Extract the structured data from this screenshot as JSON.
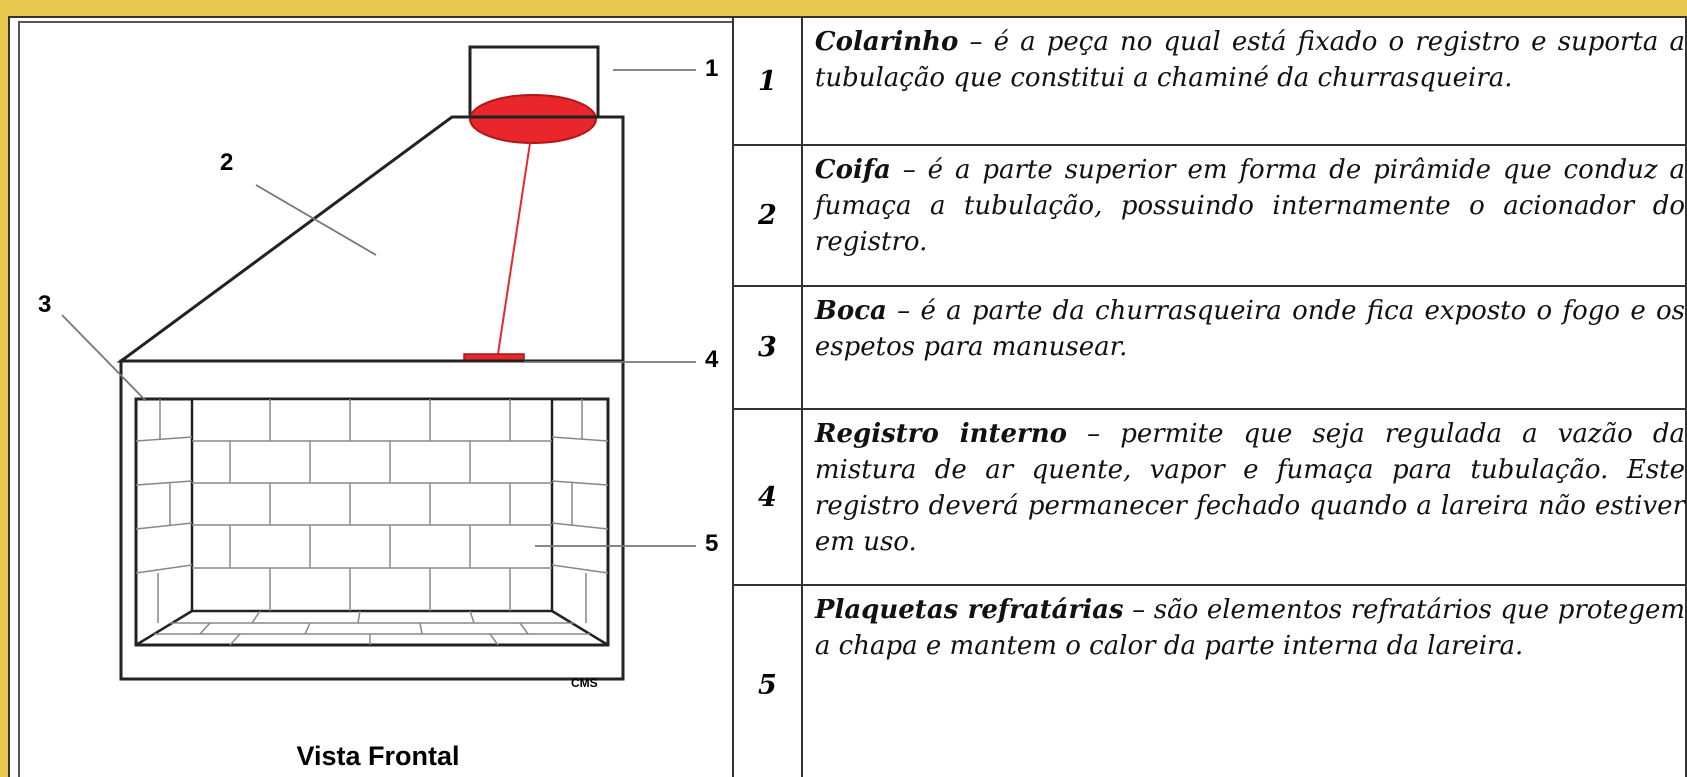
{
  "diagram": {
    "view_title": "Vista Frontal",
    "watermark": "CMS",
    "callouts": [
      "1",
      "2",
      "3",
      "4",
      "5"
    ],
    "colors": {
      "accent": "#e8262c",
      "frame": "#e8c84e"
    }
  },
  "legend": [
    {
      "num": "1",
      "term": "Colarinho",
      "sep": " – ",
      "text": "é a peça no qual está fixado o registro e suporta a tubulação que constitui a chaminé da churrasqueira."
    },
    {
      "num": "2",
      "term": "Coifa",
      "sep": " – ",
      "text": "é a parte superior em forma de pirâmide que conduz a fumaça a tubulação, possuindo internamente o acionador do registro."
    },
    {
      "num": "3",
      "term": "Boca",
      "sep": " – ",
      "text": "é a parte da churrasqueira onde fica exposto o fogo e os espetos para manusear."
    },
    {
      "num": "4",
      "term": "Registro interno",
      "sep": " – ",
      "text": "permite que seja regulada a vazão da mistura de ar quente, vapor e fumaça para tubulação. Este registro deverá permanecer fechado quando a lareira não estiver em uso."
    },
    {
      "num": "5",
      "term": "Plaquetas refratárias",
      "sep": " – ",
      "text": "são elementos refratários que protegem a chapa e mantem o calor da parte interna da lareira."
    }
  ]
}
